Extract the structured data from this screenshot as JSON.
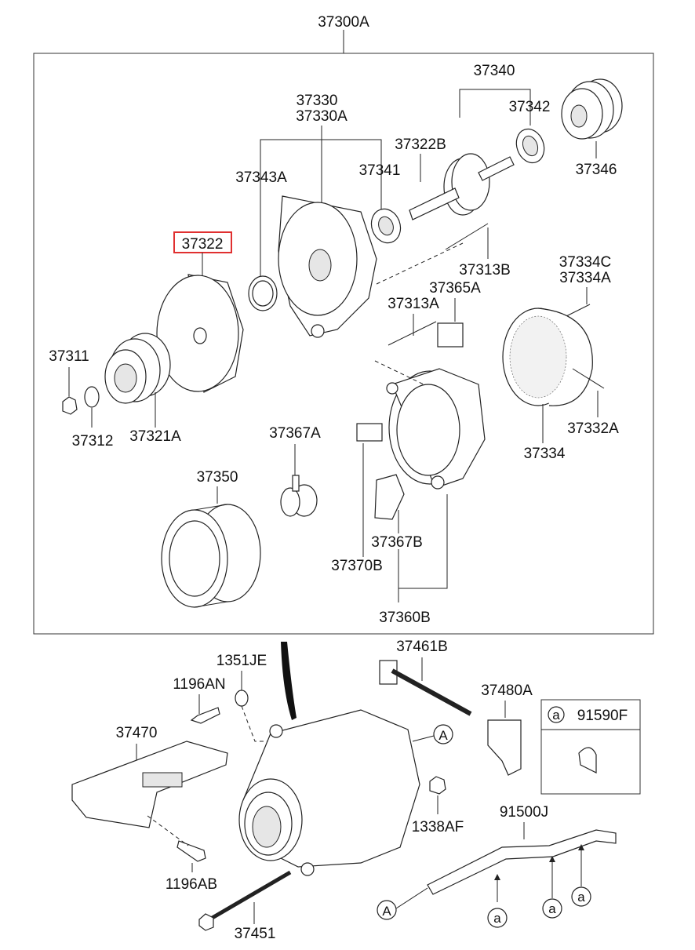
{
  "assembly_label": "37300A",
  "highlighted_label": "37322",
  "highlight_color": "#e03030",
  "labels": {
    "37340": "37340",
    "37342": "37342",
    "37330": "37330",
    "37330A": "37330A",
    "37322B": "37322B",
    "37346": "37346",
    "37343A": "37343A",
    "37341": "37341",
    "37322": "37322",
    "37313B": "37313B",
    "37334C": "37334C",
    "37334A": "37334A",
    "37365A": "37365A",
    "37313A": "37313A",
    "37311": "37311",
    "37312": "37312",
    "37321A": "37321A",
    "37367A": "37367A",
    "37332A": "37332A",
    "37334": "37334",
    "37350": "37350",
    "37367B": "37367B",
    "37370B": "37370B",
    "37360B": "37360B",
    "1351JE": "1351JE",
    "37461B": "37461B",
    "1196AN": "1196AN",
    "37480A": "37480A",
    "91590F": "91590F",
    "37470": "37470",
    "1338AF": "1338AF",
    "91500J": "91500J",
    "1196AB": "1196AB",
    "37451": "37451"
  },
  "callouts": {
    "a_lower": "a",
    "A_upper": "A"
  }
}
